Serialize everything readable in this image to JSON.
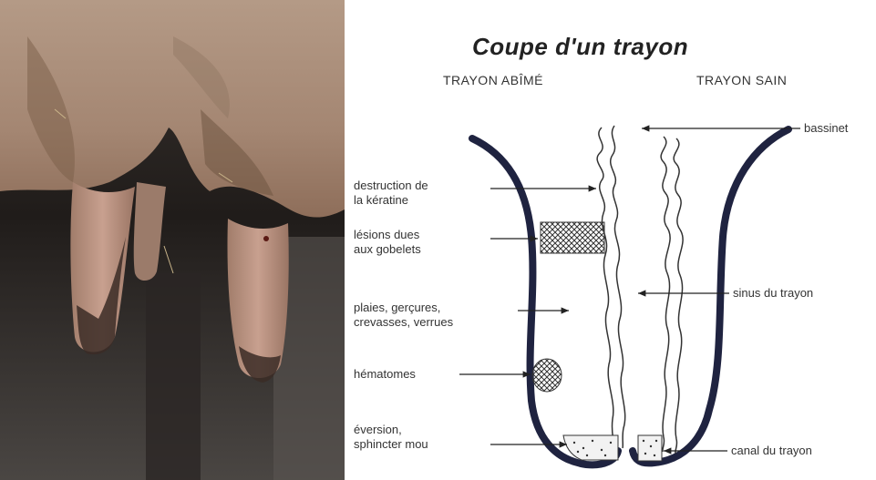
{
  "diagram": {
    "title": "Coupe d'un trayon",
    "left_heading": "TRAYON ABÎMÉ",
    "right_heading": "TRAYON SAIN",
    "labels": {
      "destruction_l1": "destruction de",
      "destruction_l2": "la kératine",
      "lesions_l1": "lésions dues",
      "lesions_l2": "aux gobelets",
      "plaies_l1": "plaies, gerçures,",
      "plaies_l2": "crevasses, verrues",
      "hematomes": "hématomes",
      "eversion_l1": "éversion,",
      "eversion_l2": "sphincter mou",
      "bassinet": "bassinet",
      "sinus": "sinus du trayon",
      "canal": "canal du trayon"
    }
  },
  "colors": {
    "teat_outline": "#1f2340",
    "label_text": "#333333",
    "arrow": "#222222"
  }
}
